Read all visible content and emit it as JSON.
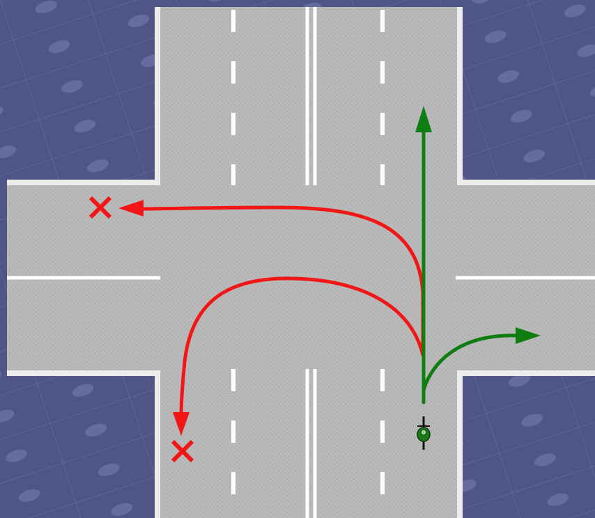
{
  "colors": {
    "background": "#4f5585",
    "background_tile_line": "#6a70a0",
    "background_dot": "#7c83b6",
    "road_surface": "#b9b9b9",
    "road_edge": "#ededed",
    "lane_marking": "#ffffff",
    "allowed_path": "#0f7d12",
    "forbidden_path": "#f21616",
    "forbidden_mark": "#f21616",
    "cyclist": "#1a7a1a"
  },
  "icons": {
    "cyclist": "bicycle-rider-icon",
    "forbidden": "cross-x-icon",
    "arrowhead": "arrowhead-icon"
  },
  "paths": {
    "allowed": [
      "straight-ahead",
      "right-turn"
    ],
    "forbidden": [
      "left-turn",
      "u-turn"
    ]
  }
}
